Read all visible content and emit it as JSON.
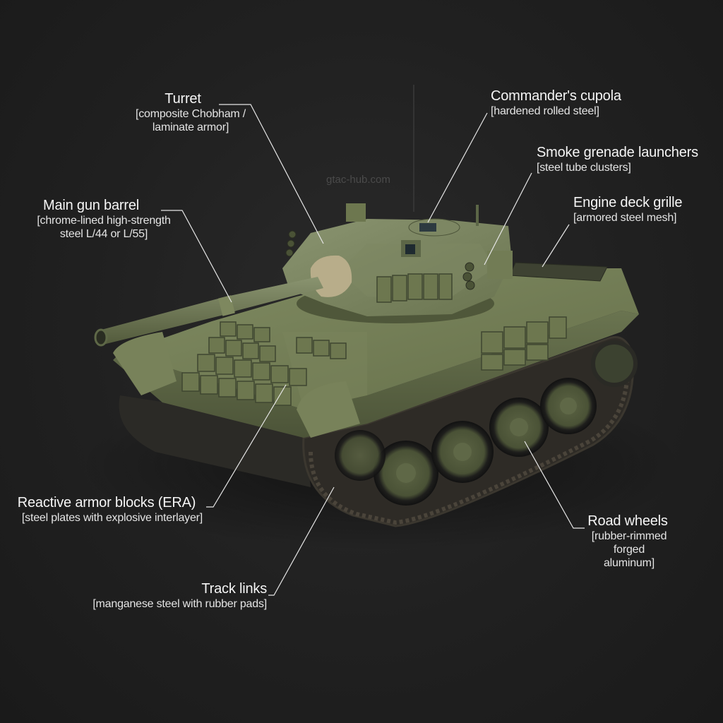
{
  "watermark": "gtac-hub.com",
  "colors": {
    "background": "#1f1f1f",
    "tank_olive": "#6f7a52",
    "tank_shadow": "#4a5236",
    "label_text": "#f5f5f5",
    "leader_line": "#e6e6e6"
  },
  "labels": {
    "turret": {
      "title": "Turret",
      "subtitle_1": "[composite Chobham /",
      "subtitle_2": "laminate armor]"
    },
    "cupola": {
      "title": "Commander's cupola",
      "subtitle_1": "[hardened rolled steel]"
    },
    "smoke": {
      "title": "Smoke grenade launchers",
      "subtitle_1": "[steel tube clusters]"
    },
    "engine": {
      "title": "Engine deck grille",
      "subtitle_1": "[armored steel mesh]"
    },
    "gun": {
      "title": "Main gun barrel",
      "subtitle_1": "[chrome-lined high-strength",
      "subtitle_2": "steel L/44 or L/55]"
    },
    "era": {
      "title": "Reactive armor blocks (ERA)",
      "subtitle_1": "[steel plates with explosive interlayer]"
    },
    "tracks": {
      "title": "Track links",
      "subtitle_1": "[manganese steel with rubber pads]"
    },
    "wheels": {
      "title": "Road wheels",
      "subtitle_1": "[rubber-rimmed forged",
      "subtitle_2": "aluminum]"
    }
  }
}
